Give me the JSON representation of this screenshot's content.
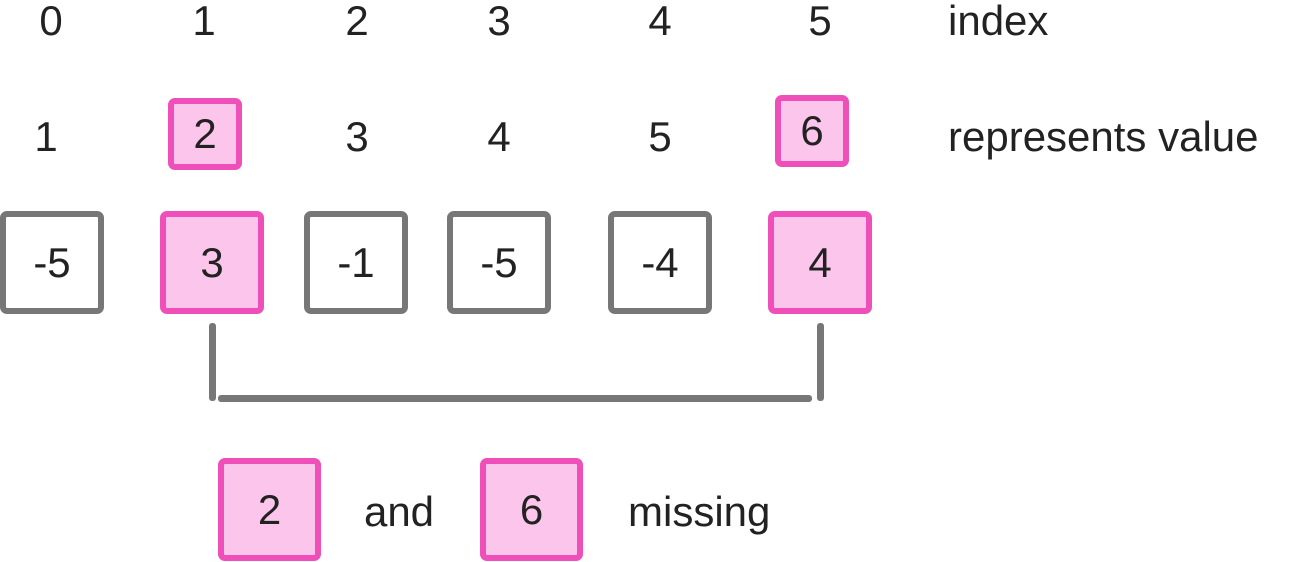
{
  "index_row": {
    "values": [
      "0",
      "1",
      "2",
      "3",
      "4",
      "5"
    ],
    "label": "index"
  },
  "value_row": {
    "values": [
      "1",
      "2",
      "3",
      "4",
      "5",
      "6"
    ],
    "highlighted": [
      false,
      true,
      false,
      false,
      false,
      true
    ],
    "label": "represents value"
  },
  "array_row": {
    "values": [
      "-5",
      "3",
      "-1",
      "-5",
      "-4",
      "4"
    ],
    "highlighted": [
      false,
      true,
      false,
      false,
      false,
      true
    ]
  },
  "conclusion": {
    "first": "2",
    "connector": "and",
    "second": "6",
    "suffix": "missing"
  },
  "colors": {
    "highlight_fill": "#fcc5ec",
    "highlight_border": "#ef4fb8",
    "plain_border": "#777777",
    "text": "#222222"
  }
}
